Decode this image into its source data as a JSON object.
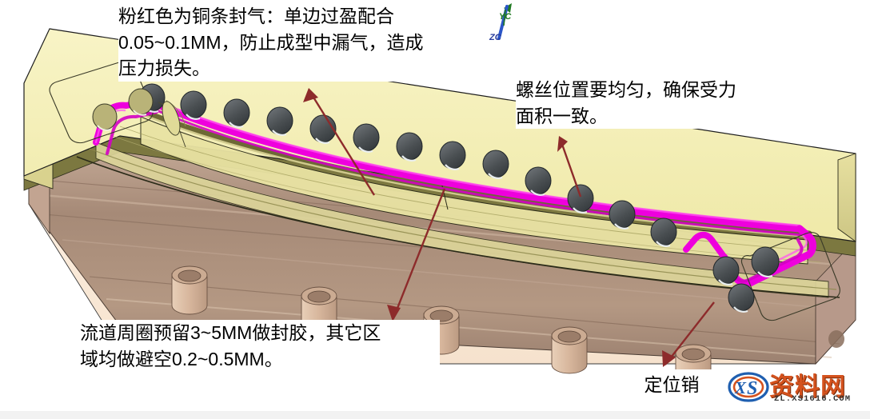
{
  "document": {
    "title": "模具封气与避空设计说明图",
    "background_color": "#ffffff"
  },
  "viewport": {
    "name": "cad-3d-view",
    "axis_triad": {
      "y_axis_label": "YC",
      "y_axis_color": "#1f7a21",
      "z_axis_label": "ZC",
      "z_axis_color": "#2b3f9e"
    }
  },
  "annotations": [
    {
      "id": "note-seal-copper",
      "text": "粉红色为铜条封气：单边过盈配合\n0.05~0.1MM，防止成型中漏气，造成\n压力损失。",
      "leader_color": "#8d2b2b"
    },
    {
      "id": "note-screw-position",
      "text": "螺丝位置要均匀，确保受力\n面积一致。",
      "leader_color": "#8d2b2b"
    },
    {
      "id": "note-runner-gap",
      "text": "流道周圈预留3~5MM做封胶，其它区\n域均做避空0.2~0.5MM。",
      "leader_color": "#8d2b2b"
    },
    {
      "id": "note-locating-pin",
      "text": "定位销",
      "leader_color": "#8d2b2b"
    }
  ],
  "model": {
    "name": "mold-insert-assembly",
    "colors": {
      "top_plate": "#f5f0b4",
      "top_plate_shadow": "#e2dc93",
      "top_plate_dark": "#a9a45e",
      "body_brown": "#a58b78",
      "body_brown_light": "#c5aa96",
      "body_cream": "#fbead9",
      "seal_magenta": "#ee00dd",
      "hole_dark": "#4a4f52",
      "outline": "#1a1a1a"
    },
    "screw_hole_count": 13,
    "seal_strip_label": "铜条封气 (magenta seal strip)",
    "locating_pin_bosses": 4
  },
  "watermark": {
    "logo_mark": "XS",
    "text": "资料网",
    "url": "ZL.XS1616.COM",
    "brand_color": "#d4521e",
    "logo_blue": "#1f5fb0"
  }
}
